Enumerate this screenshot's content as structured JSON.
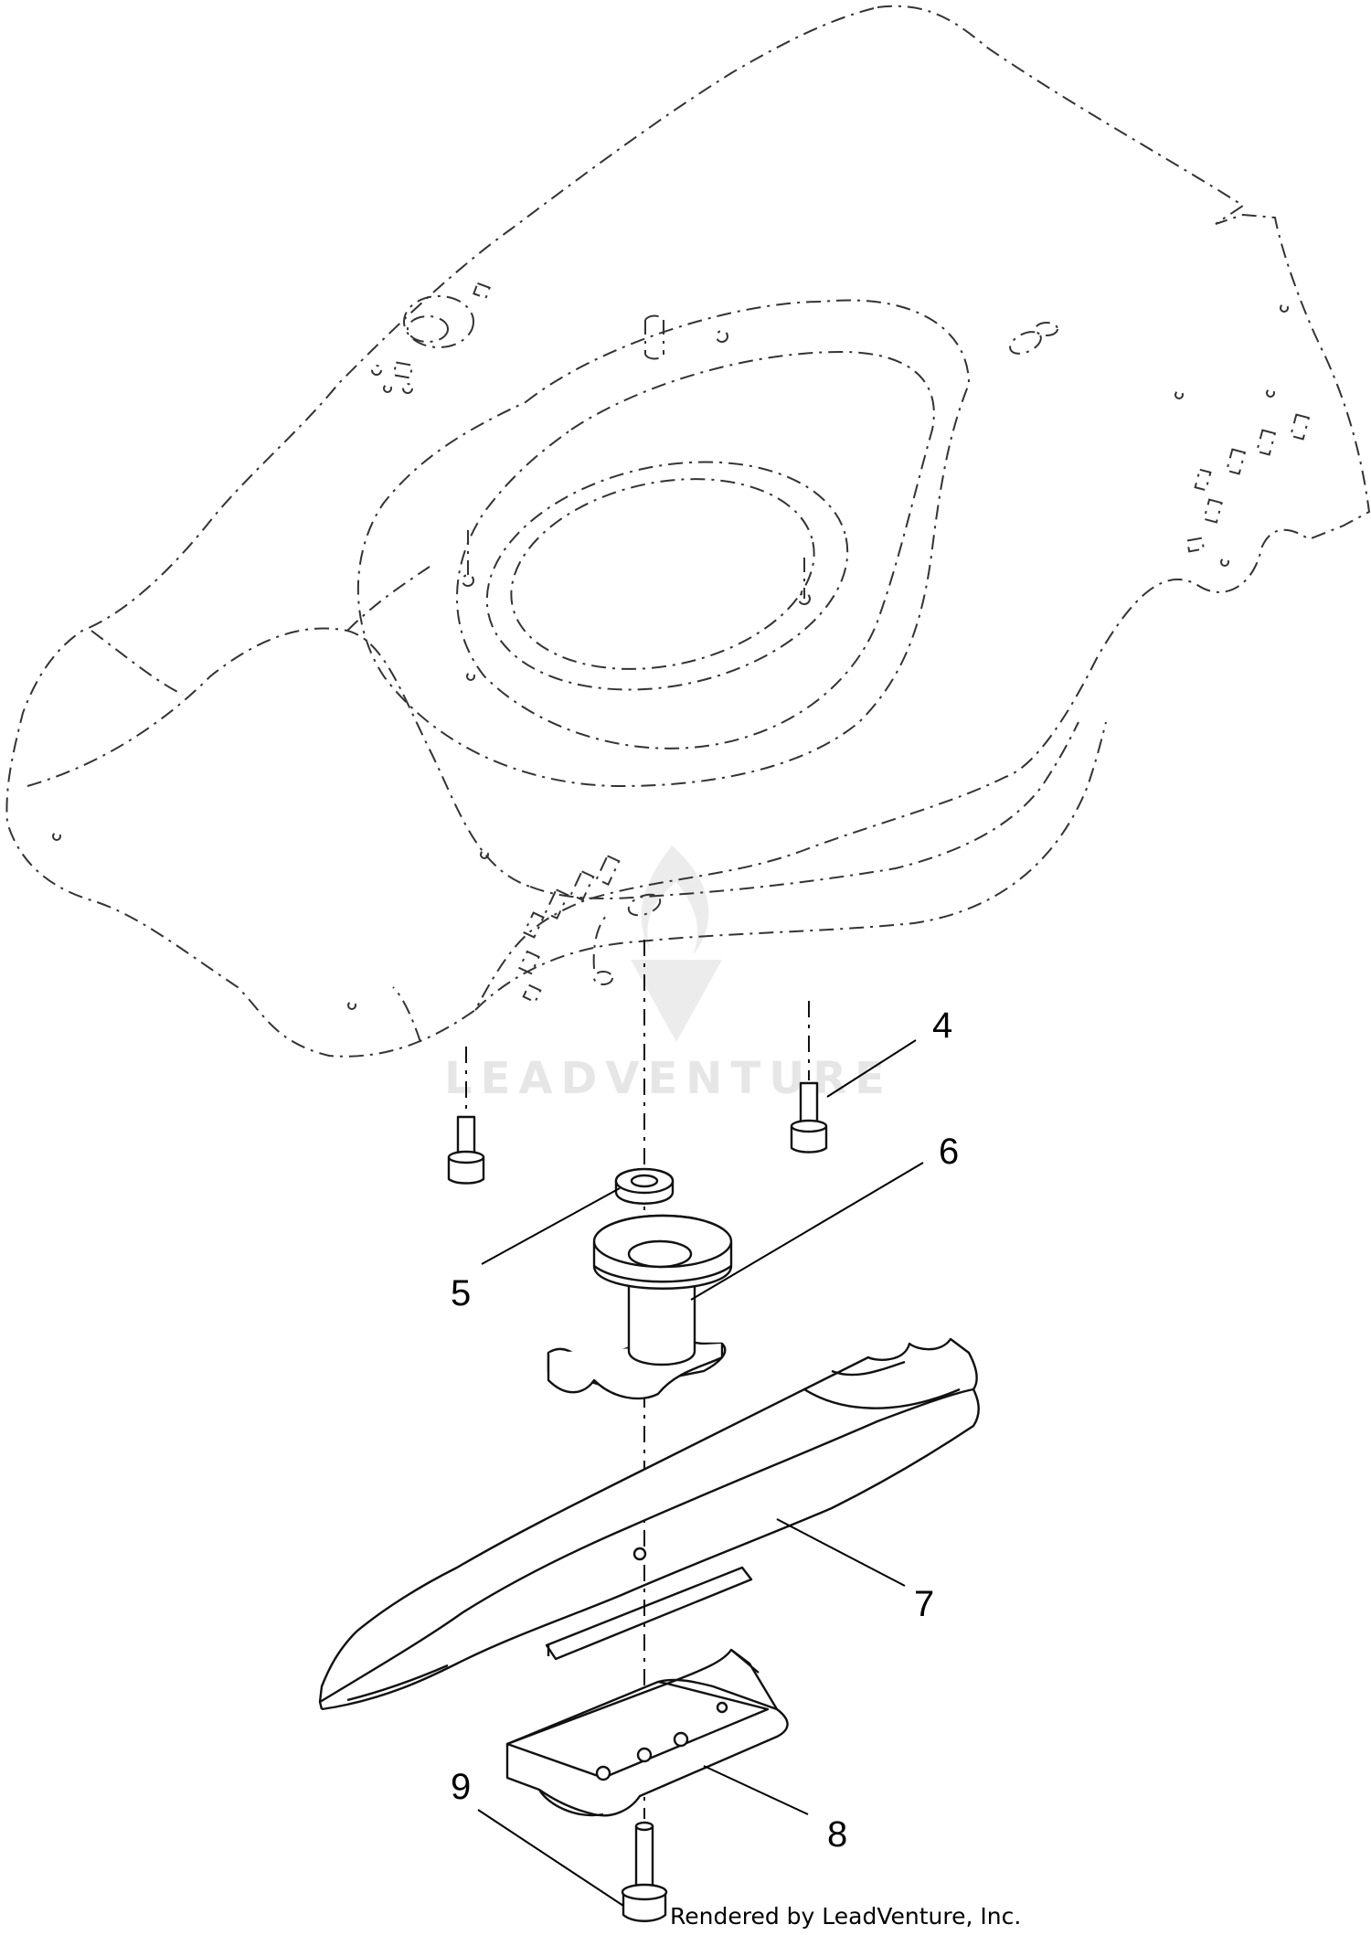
{
  "callouts": [
    {
      "id": "4",
      "label": "4"
    },
    {
      "id": "5",
      "label": "5"
    },
    {
      "id": "6",
      "label": "6"
    },
    {
      "id": "7",
      "label": "7"
    },
    {
      "id": "8",
      "label": "8"
    },
    {
      "id": "9",
      "label": "9"
    }
  ],
  "watermark": {
    "text": "LEADVENTURE"
  },
  "credit": {
    "text": "Rendered by LeadVenture, Inc."
  }
}
